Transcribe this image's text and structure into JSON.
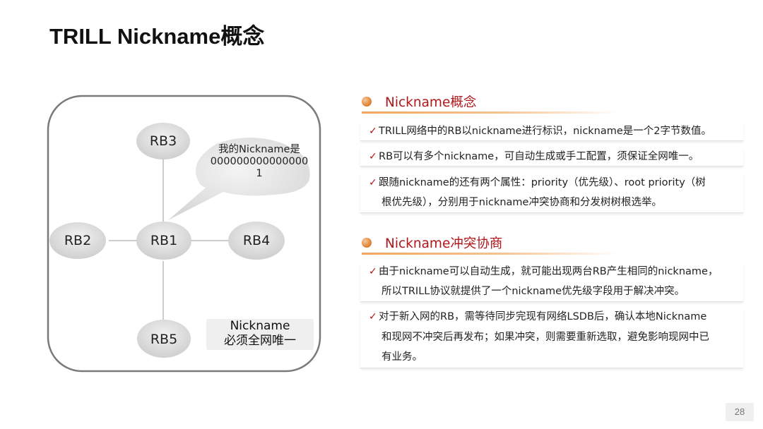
{
  "slide": {
    "title": "TRILL Nickname概念",
    "page_number": "28"
  },
  "diagram": {
    "nodes": {
      "rb1": "RB1",
      "rb2": "RB2",
      "rb3": "RB3",
      "rb4": "RB4",
      "rb5": "RB5"
    },
    "bubble": [
      "我的Nickname是",
      "000000000000000",
      "1"
    ],
    "note": [
      "Nickname",
      "必须全网唯一"
    ]
  },
  "sections": [
    {
      "title": "Nickname概念",
      "bullets": [
        [
          "TRILL网络中的RB以nickname进行标识，nickname是一个2字节数值。"
        ],
        [
          "RB可以有多个nickname，可自动生成或手工配置，须保证全网唯一。"
        ],
        [
          "跟随nickname的还有两个属性：priority（优先级）、root priority（树",
          "根优先级），分别用于nickname冲突协商和分发树树根选举。"
        ]
      ]
    },
    {
      "title": "Nickname冲突协商",
      "bullets": [
        [
          "由于nickname可以自动生成，就可能出现两台RB产生相同的nickname，",
          "所以TRILL协议就提供了一个nickname优先级字段用于解决冲突。"
        ],
        [
          "对于新入网的RB，需等待同步完现有网络LSDB后，确认本地Nickname",
          "和现网不冲突后再发布；如果冲突，则需要重新选取，避免影响现网中已",
          "有业务。"
        ]
      ]
    }
  ],
  "colors": {
    "accent_red": "#b0171b",
    "accent_orange": "#e58a3f",
    "node_fill": "#d9d9d9"
  }
}
